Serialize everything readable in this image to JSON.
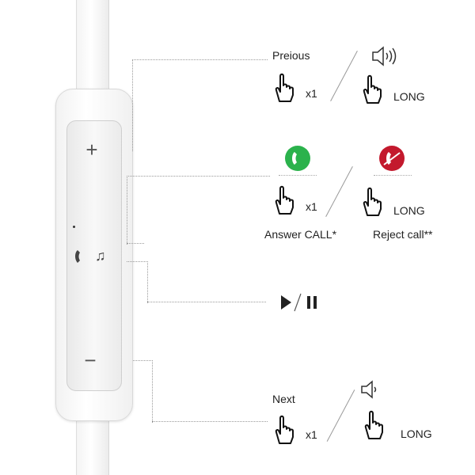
{
  "remote": {
    "plus_symbol": "+",
    "minus_symbol": "−",
    "call_music_symbol": "♫"
  },
  "volume_up": {
    "short_label": "Preious",
    "short_count": "x1",
    "long_label": "LONG",
    "icon": "speaker-loud-icon"
  },
  "call": {
    "short_count": "x1",
    "long_label": "LONG",
    "answer_label": "Answer CALL*",
    "reject_label": "Reject call**",
    "answer_color": "#2bb24c",
    "reject_color": "#c3192d"
  },
  "play_pause": {
    "icon": "play-pause-icon"
  },
  "volume_down": {
    "short_label": "Next",
    "short_count": "x1",
    "long_label": "LONG",
    "icon": "speaker-quiet-icon"
  }
}
